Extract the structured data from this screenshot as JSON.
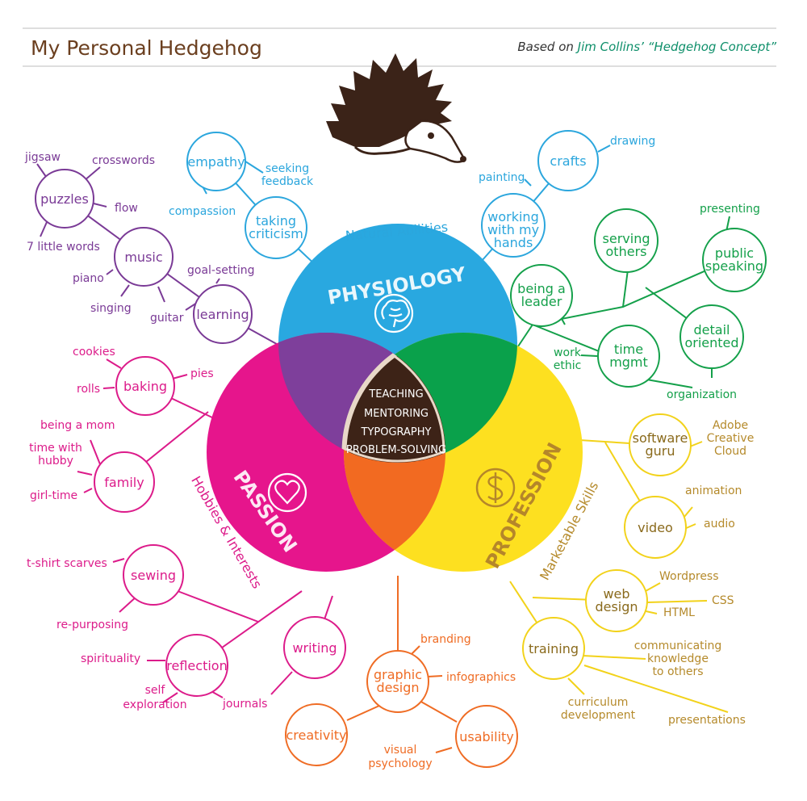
{
  "header": {
    "title": "My Personal Hedgehog",
    "based_on_prefix": "Based on ",
    "based_on_author": "Jim Collins’",
    "based_on_concept": " “Hedgehog Concept”"
  },
  "colors": {
    "title": "#6b3f1f",
    "physiology": "#29a8e0",
    "passion": "#e6158c",
    "profession": "#fde020",
    "purple": "#7e3f9b",
    "green": "#0aa14b",
    "orange": "#f26a21",
    "center": "#3d2317",
    "nodes_purple": "#7a3a96",
    "nodes_blue": "#2ba6dd",
    "nodes_green": "#14a04a",
    "nodes_pink": "#dc1b8a",
    "nodes_orange": "#ef6c24",
    "nodes_yellow": "#f2d21a",
    "text_gold": "#b58a2b"
  },
  "venn": {
    "physiology_label": "PHYSIOLOGY",
    "passion_label": "PASSION",
    "profession_label": "PROFESSION",
    "natural_abilities": "Natural Abilities",
    "hobbies_interests": "Hobbies & Interests",
    "marketable_skills": "Marketable Skills",
    "center_items": [
      "TEACHING",
      "MENTORING",
      "TYPOGRAPHY",
      "PROBLEM-SOLVING"
    ],
    "icons": [
      "brain-icon",
      "heart-icon",
      "dollar-icon",
      "hedgehog-icon"
    ]
  },
  "nodes": {
    "puzzles": "puzzles",
    "music": "music",
    "learning": "learning",
    "empathy": "empathy",
    "taking_criticism": [
      "taking",
      "criticism"
    ],
    "crafts": "crafts",
    "working_hands": [
      "working",
      "with my",
      "hands"
    ],
    "being_leader": [
      "being a",
      "leader"
    ],
    "serving_others": [
      "serving",
      "others"
    ],
    "public_speaking": [
      "public",
      "speaking"
    ],
    "detail_oriented": [
      "detail",
      "oriented"
    ],
    "time_mgmt": [
      "time",
      "mgmt"
    ],
    "software_guru": [
      "software",
      "guru"
    ],
    "video": "video",
    "web_design": [
      "web",
      "design"
    ],
    "training": "training",
    "baking": "baking",
    "family": "family",
    "sewing": "sewing",
    "reflection": "reflection",
    "writing": "writing",
    "graphic_design": [
      "graphic",
      "design"
    ],
    "creativity": "creativity",
    "usability": "usability"
  },
  "leaves": {
    "jigsaw": "jigsaw",
    "crosswords": "crosswords",
    "flow": "flow",
    "seven_little_words": "7 little words",
    "piano": "piano",
    "singing": "singing",
    "guitar": "guitar",
    "goal_setting": "goal-setting",
    "compassion": "compassion",
    "seeking_feedback": [
      "seeking",
      "feedback"
    ],
    "drawing": "drawing",
    "painting": "painting",
    "presenting": "presenting",
    "work_ethic": [
      "work",
      "ethic"
    ],
    "organization": "organization",
    "adobe_cc": [
      "Adobe",
      "Creative",
      "Cloud"
    ],
    "animation": "animation",
    "audio": "audio",
    "wordpress": "Wordpress",
    "css": "CSS",
    "html": "HTML",
    "communicating": [
      "communicating",
      "knowledge",
      "to others"
    ],
    "curriculum": [
      "curriculum",
      "development"
    ],
    "presentations": "presentations",
    "cookies": "cookies",
    "pies": "pies",
    "rolls": "rolls",
    "being_mom": "being a mom",
    "time_hubby": [
      "time with",
      "hubby"
    ],
    "girl_time": "girl-time",
    "tshirt_scarves": "t-shirt scarves",
    "repurposing": "re-purposing",
    "spirituality": "spirituality",
    "self_exploration": [
      "self",
      "exploration"
    ],
    "journals": "journals",
    "branding": "branding",
    "infographics": "infographics",
    "visual_psychology": [
      "visual",
      "psychology"
    ]
  }
}
